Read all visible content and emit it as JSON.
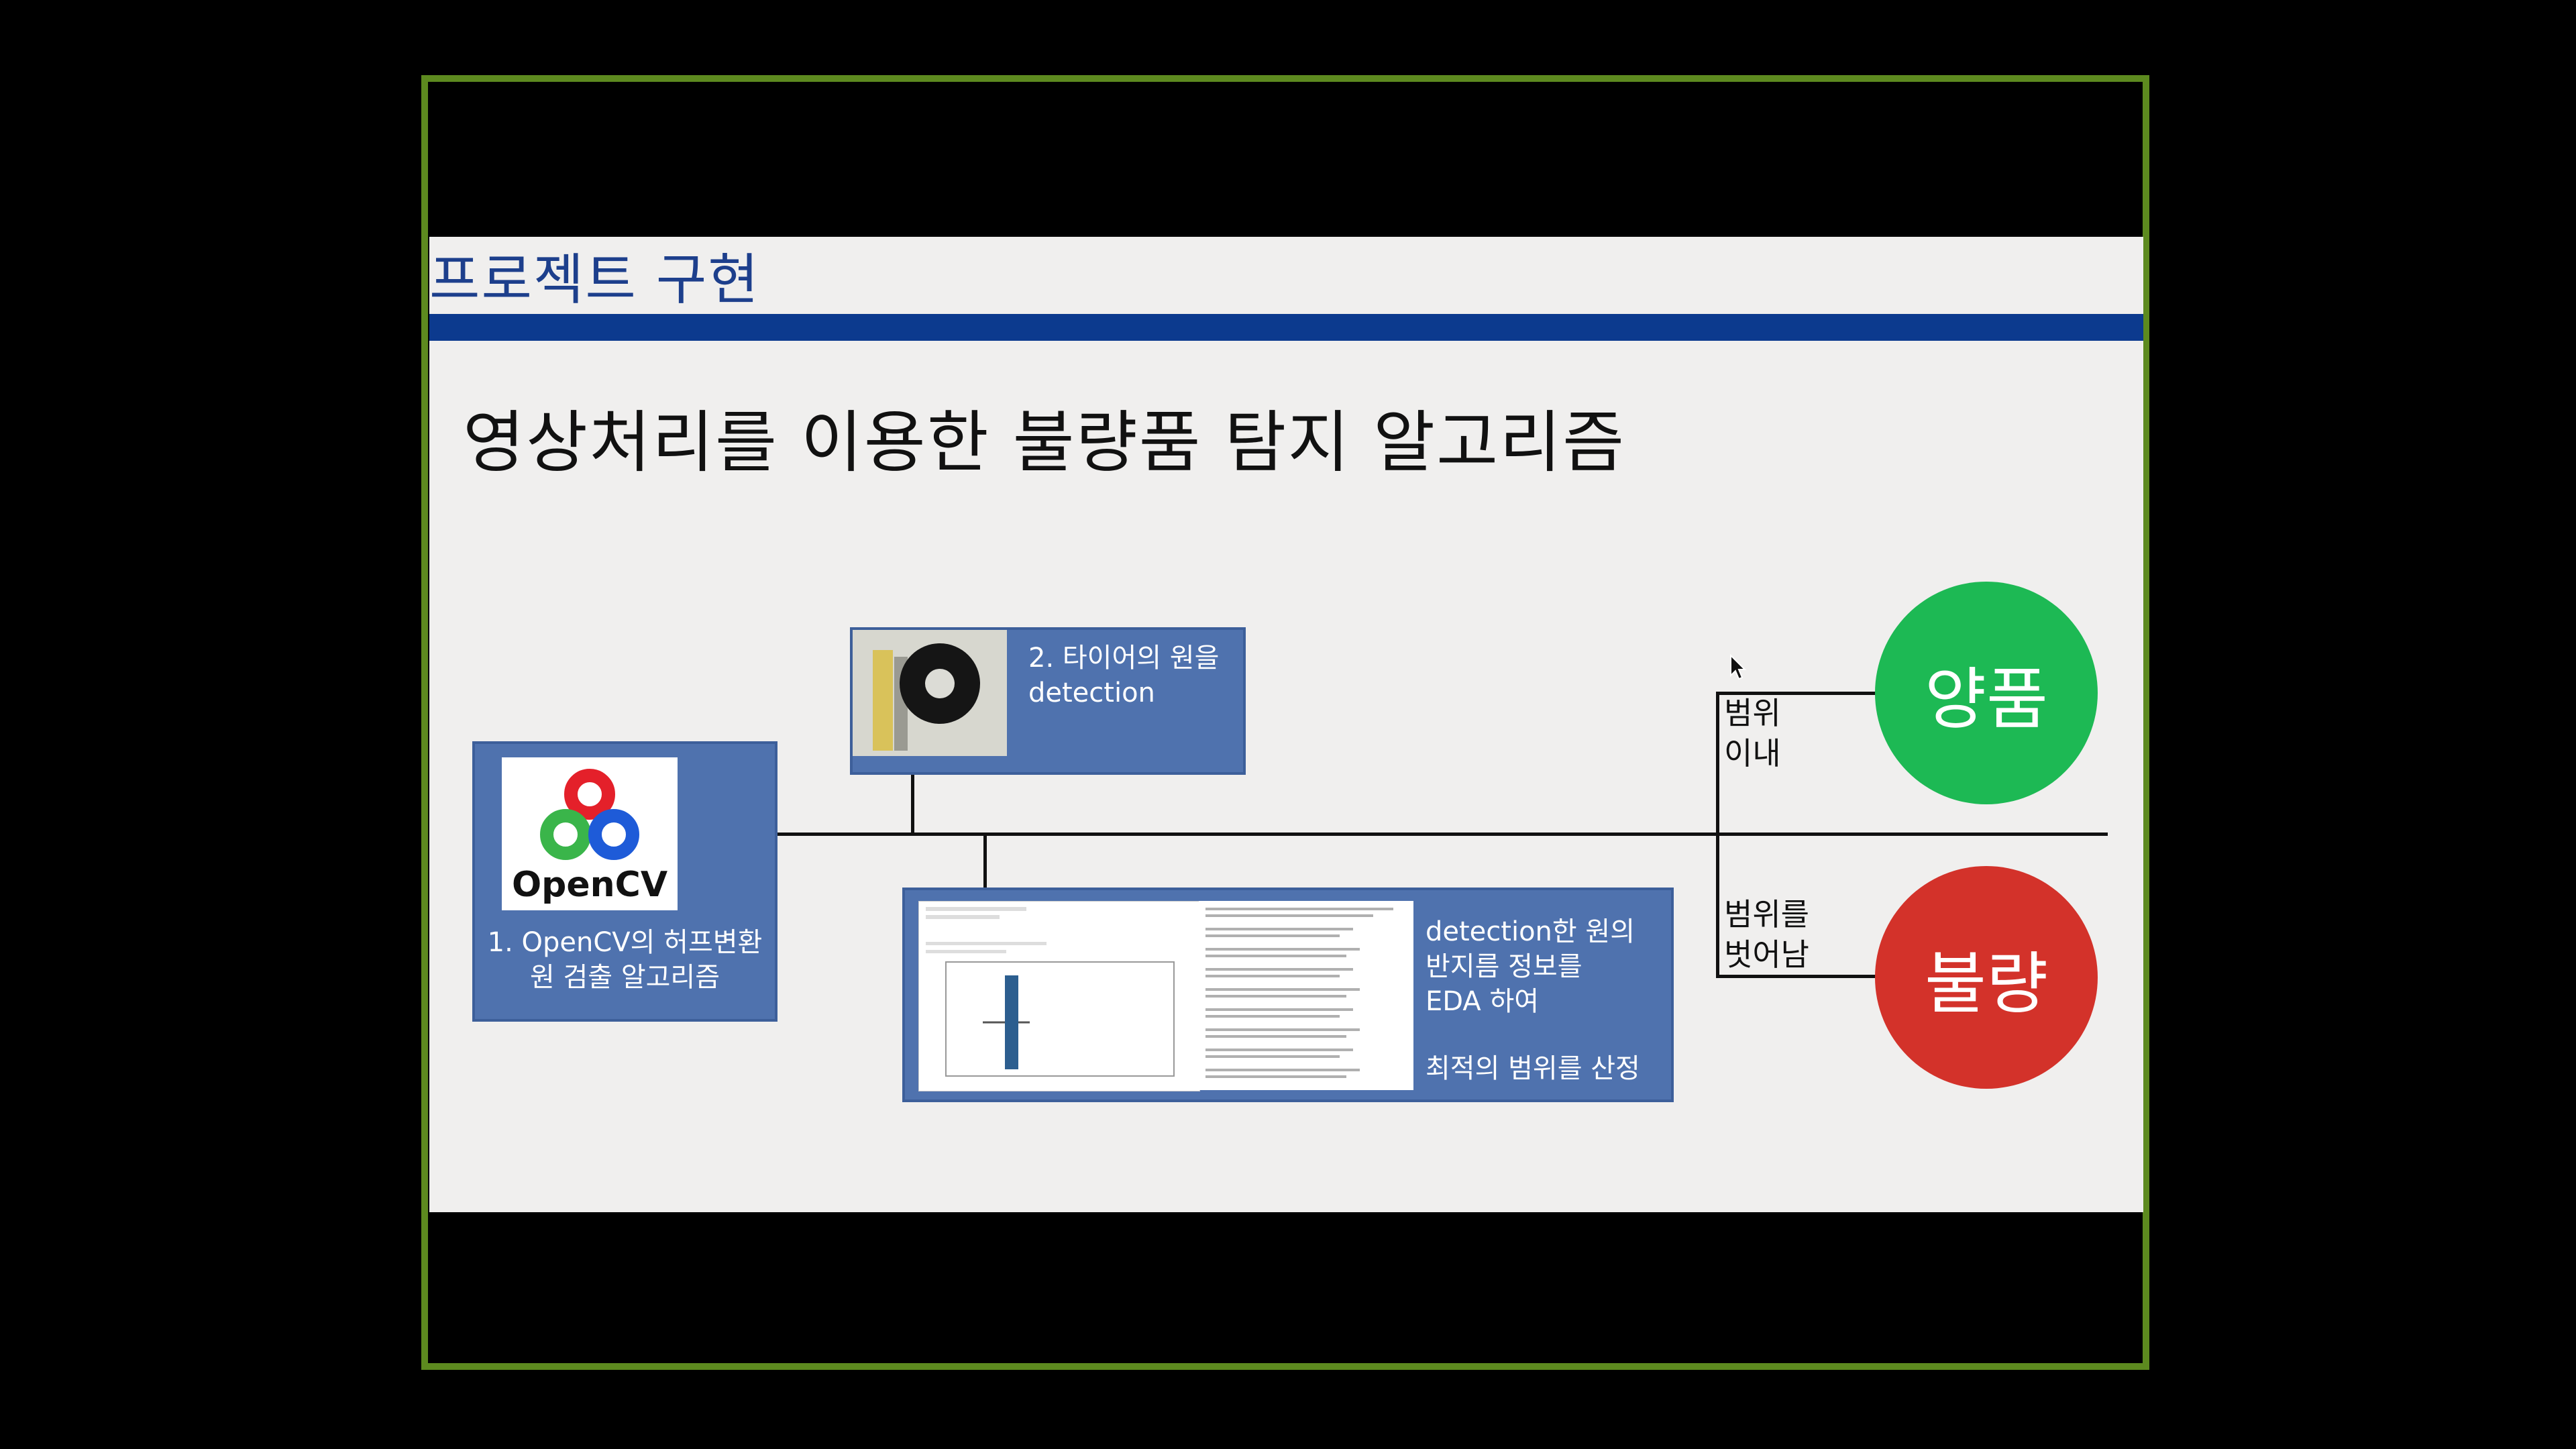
{
  "slide": {
    "section_title": "프로젝트 구현",
    "heading": "영상처리를 이용한 불량품 탐지 알고리즘"
  },
  "steps": {
    "step1": {
      "logo_text": "OpenCV",
      "line1": "1. OpenCV의 허프변환",
      "line2": "원 검출 알고리즘"
    },
    "step2": {
      "line1": "2. 타이어의 원을",
      "line2": "detection"
    },
    "step3": {
      "line1": "detection한 원의",
      "line2": "반지름 정보를",
      "line3": "EDA 하여",
      "line4": "최적의 범위를 산정"
    }
  },
  "branches": {
    "within": {
      "line1": "범위",
      "line2": "이내"
    },
    "outside": {
      "line1": "범위를",
      "line2": "벗어남"
    }
  },
  "results": {
    "good": {
      "label": "양품",
      "color": "#1db954"
    },
    "bad": {
      "label": "불량",
      "color": "#d3322a"
    }
  },
  "colors": {
    "frame": "#5d8a1f",
    "title_blue": "#1d3f8c",
    "bar_blue": "#0c3a8e",
    "box_blue": "#4f72ae"
  },
  "icons": {
    "opencv": "opencv-logo-icon",
    "tire": "tire-photo",
    "boxplot": "boxplot-chart",
    "cursor": "mouse-cursor-icon"
  }
}
